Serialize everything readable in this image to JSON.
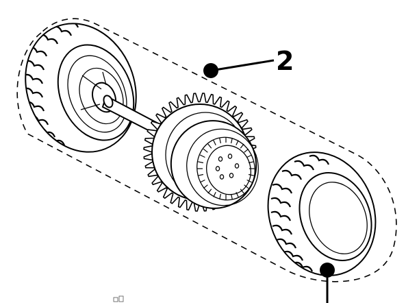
{
  "diagram": {
    "callouts": [
      {
        "id": "assembly",
        "label": "2"
      },
      {
        "id": "tire",
        "label": ""
      }
    ]
  }
}
